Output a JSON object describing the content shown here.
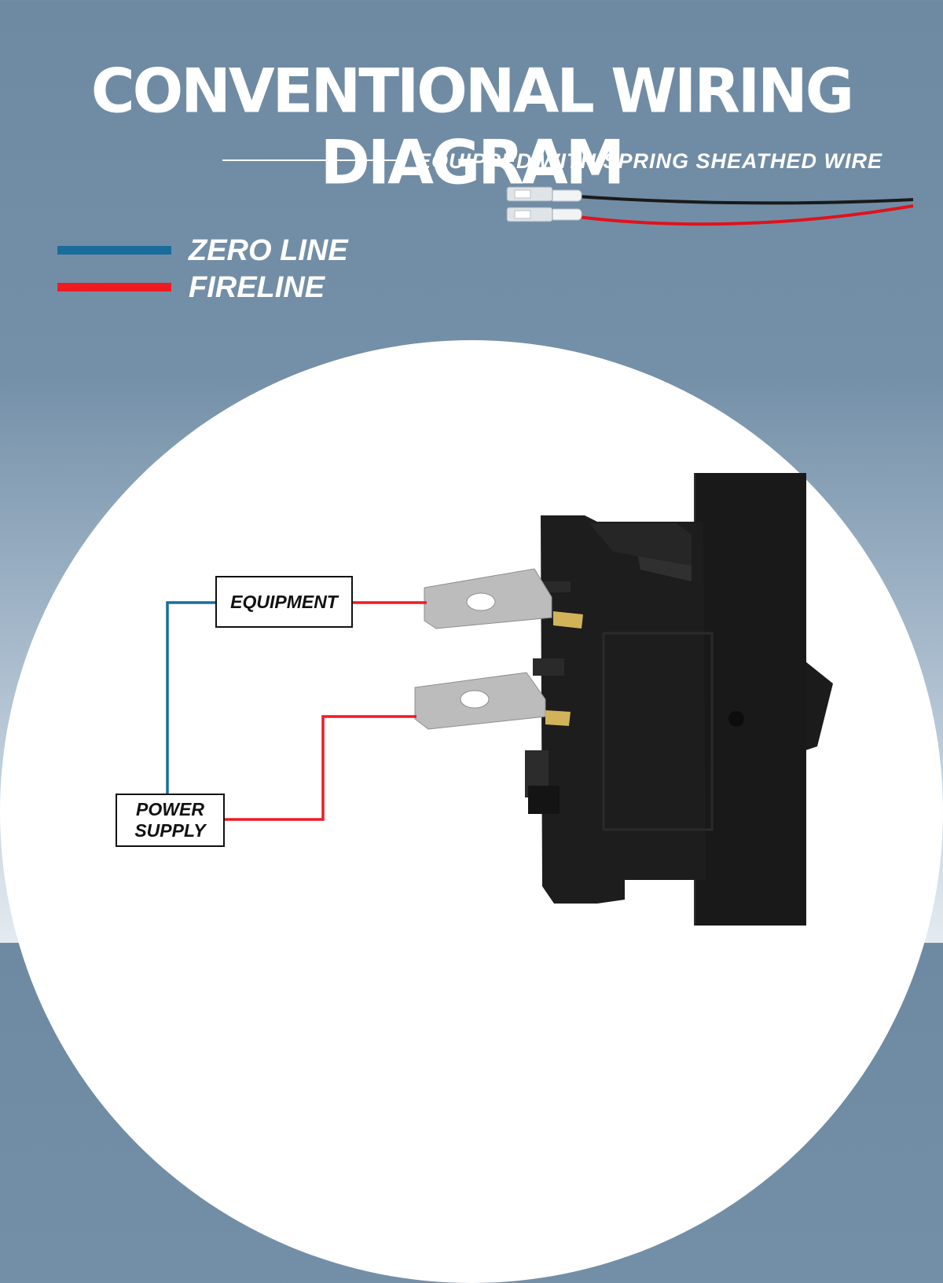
{
  "header": {
    "title": "CONVENTIONAL WIRING DIAGRAM",
    "subtitle": "EQUIPPED WITH SPRING SHEATHED WIRE"
  },
  "legend": [
    {
      "label": "ZERO LINE",
      "color": "#1a6d9a"
    },
    {
      "label": "FIRELINE",
      "color": "#ee1b23"
    }
  ],
  "diagram": {
    "equipment_label": "EQUIPMENT",
    "power_supply_label": "POWER SUPPLY",
    "zero_line_color": "#1a6d9a",
    "fire_line_color": "#ee1b23"
  },
  "icons": [
    "rocker-switch-icon",
    "spring-sheathed-wire-icon"
  ]
}
